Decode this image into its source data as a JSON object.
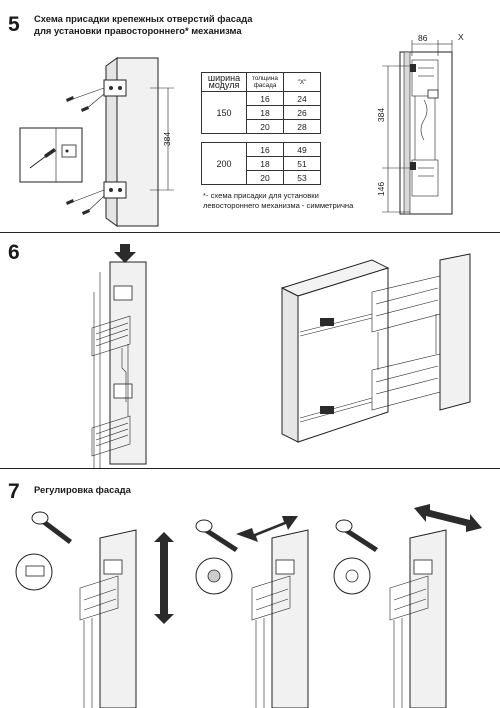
{
  "step5": {
    "number": "5",
    "title_line1": "Схема присадки крепежных отверстий фасада",
    "title_line2": "для установки правостороннего* механизма",
    "table": {
      "col_headers": [
        "ширина модуля",
        "толщина фасада",
        "\"X\""
      ],
      "groups": [
        {
          "width": "150",
          "rows": [
            [
              "16",
              "24"
            ],
            [
              "18",
              "26"
            ],
            [
              "20",
              "28"
            ]
          ]
        },
        {
          "width": "200",
          "rows": [
            [
              "16",
              "49"
            ],
            [
              "18",
              "51"
            ],
            [
              "20",
              "53"
            ]
          ]
        }
      ]
    },
    "footnote_line1": "*- схема присадки  для установки",
    "footnote_line2": "левостороннего механизма - симметрична",
    "dim_384": "384",
    "dim_86": "86",
    "dim_x": "X",
    "dim_146": "146"
  },
  "step6": {
    "number": "6"
  },
  "step7": {
    "number": "7",
    "title": "Регулировка фасада"
  }
}
